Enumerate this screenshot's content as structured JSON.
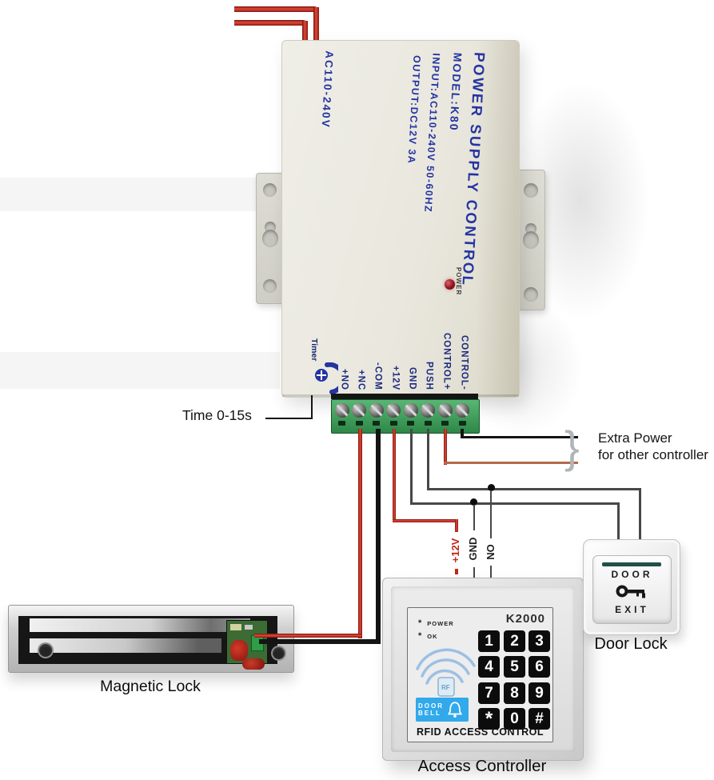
{
  "psu": {
    "title": "POWER SUPPLY CONTROL",
    "model": "MODEL:K80",
    "input": "INPUT:AC110-240V  50-60HZ",
    "output": "OUTPUT:DC12V  3A",
    "voltage_side": "AC110-240V",
    "power_led": "POWER",
    "timer_label": "Timer"
  },
  "terminal_labels": [
    "+NO",
    "+NC",
    "-COM",
    "+12V",
    "GND",
    "PUSH",
    "CONTROL+",
    "CONTROL-"
  ],
  "annotations": {
    "time": "Time 0-15s",
    "brace": "}",
    "extra_power_line1": "Extra Power",
    "extra_power_line2": "for other controller"
  },
  "wire_labels": {
    "v12": "+12V",
    "gnd": "GND",
    "no": "NO"
  },
  "magnetic_lock": {
    "caption": "Magnetic Lock"
  },
  "door_lock": {
    "door": "DOOR",
    "exit": "EXIT",
    "caption": "Door Lock"
  },
  "controller": {
    "model": "K2000",
    "power_bullet": "*",
    "power_label": "POWER",
    "ok_bullet": "*",
    "ok_label": "OK",
    "rf": "RF",
    "doorbell_line1": "DOOR",
    "doorbell_line2": "BELL",
    "rfid_text": "RFID ACCESS CONTROL",
    "caption": "Access Controller",
    "keys": [
      [
        "1",
        "2",
        "3"
      ],
      [
        "4",
        "5",
        "6"
      ],
      [
        "7",
        "8",
        "9"
      ],
      [
        "*",
        "0",
        "#"
      ]
    ]
  },
  "colors": {
    "wire_red": "#c22818",
    "wire_black": "#151515",
    "wire_gray": "#4a4a4a",
    "psu_text_blue": "#2434a2",
    "terminal_green": "#3f9e5a",
    "doorbell_blue": "#31a9ea"
  }
}
